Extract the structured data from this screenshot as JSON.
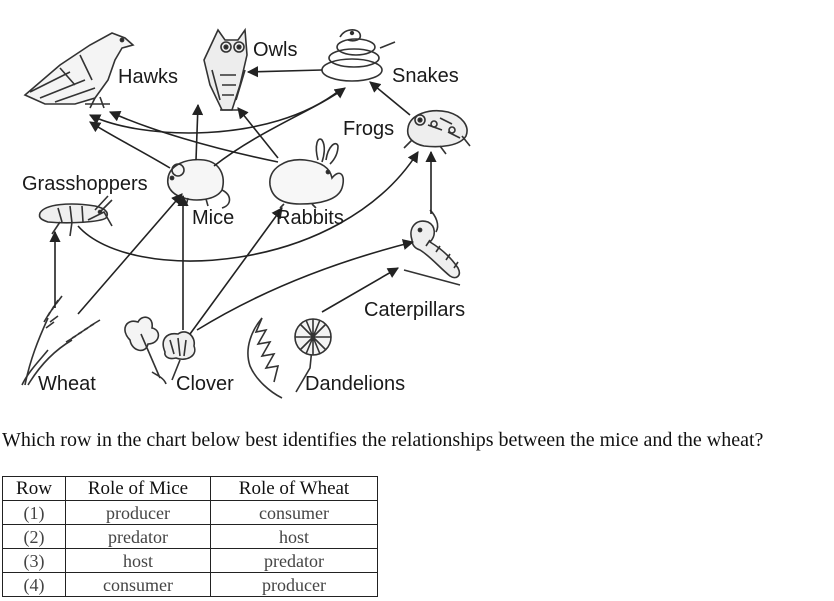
{
  "organisms": {
    "hawks": "Hawks",
    "owls": "Owls",
    "snakes": "Snakes",
    "frogs": "Frogs",
    "grasshoppers": "Grasshoppers",
    "mice": "Mice",
    "rabbits": "Rabbits",
    "caterpillars": "Caterpillars",
    "wheat": "Wheat",
    "clover": "Clover",
    "dandelions": "Dandelions"
  },
  "question": "Which row in the chart below best identifies the relationships between the mice and the wheat?",
  "table": {
    "headers": [
      "Row",
      "Role of Mice",
      "Role of Wheat"
    ],
    "rows": [
      [
        "(1)",
        "producer",
        "consumer"
      ],
      [
        "(2)",
        "predator",
        "host"
      ],
      [
        "(3)",
        "host",
        "predator"
      ],
      [
        "(4)",
        "consumer",
        "producer"
      ]
    ]
  }
}
